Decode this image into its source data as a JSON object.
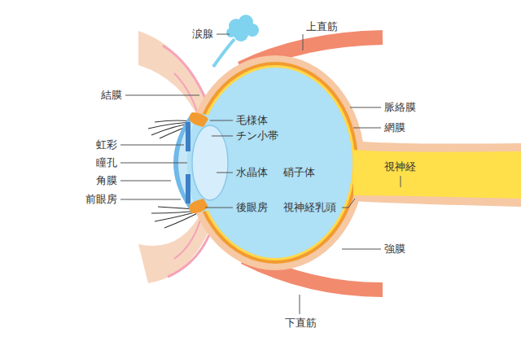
{
  "diagram": {
    "labels": [
      "涙腺",
      "上直筋",
      "結膜",
      "脈絡膜",
      "毛様体",
      "網膜",
      "チン小帯",
      "虹彩",
      "瞳孔",
      "水晶体",
      "硝子体",
      "視神経",
      "角膜",
      "前眼房",
      "後眼房",
      "視神経乳頭",
      "強膜",
      "下直筋"
    ]
  }
}
